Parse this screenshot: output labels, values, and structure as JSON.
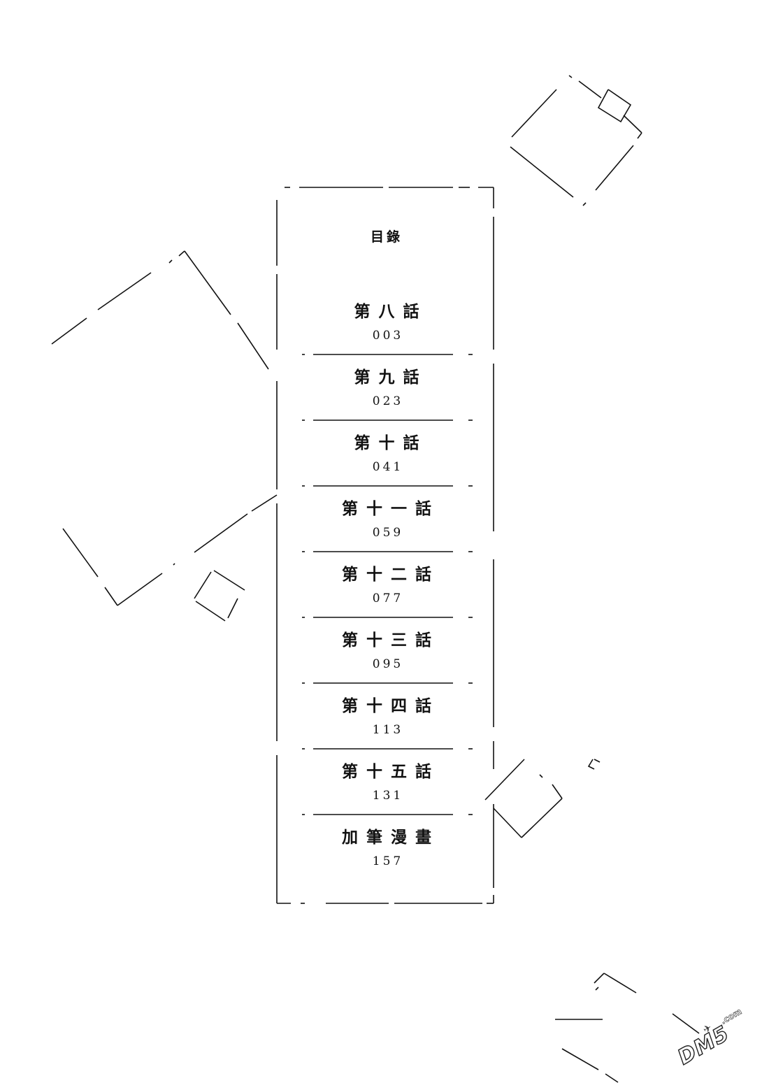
{
  "toc": {
    "title": "目錄",
    "entries": [
      {
        "title": "第八話",
        "page": "003"
      },
      {
        "title": "第九話",
        "page": "023"
      },
      {
        "title": "第十話",
        "page": "041"
      },
      {
        "title": "第十一話",
        "page": "059"
      },
      {
        "title": "第十二話",
        "page": "077"
      },
      {
        "title": "第十三話",
        "page": "095"
      },
      {
        "title": "第十四話",
        "page": "113"
      },
      {
        "title": "第十五話",
        "page": "131"
      },
      {
        "title": "加筆漫畫",
        "page": "157"
      }
    ]
  },
  "watermark": {
    "text": "DM5",
    "suffix": ".com"
  },
  "colors": {
    "ink": "#111111",
    "paper": "#ffffff"
  }
}
